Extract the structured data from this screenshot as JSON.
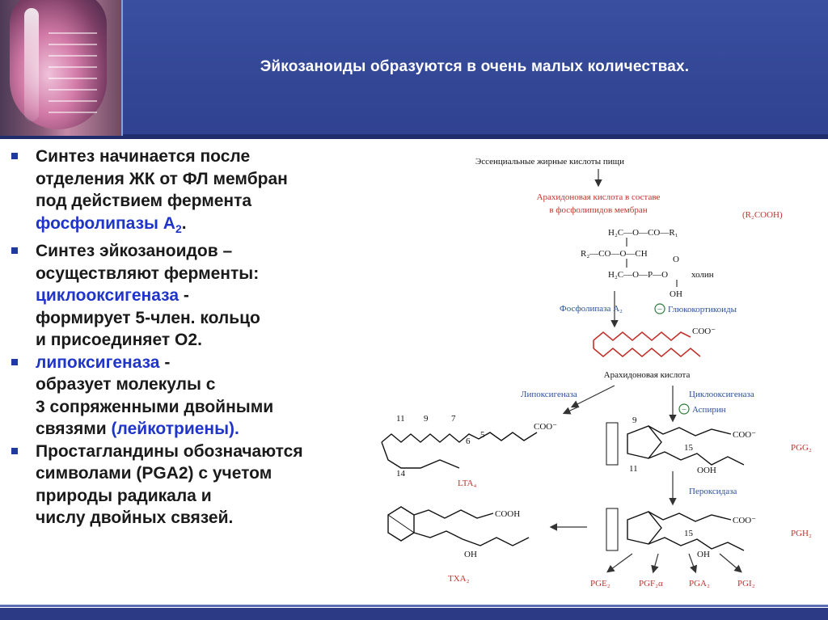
{
  "slide": {
    "title": "Эйкозаноиды образуются в очень малых количествах."
  },
  "bullets": [
    {
      "lines": [
        "Синтез начинается после",
        "отделения ЖК от ФЛ мембран",
        "под действием фермента"
      ],
      "highlight": "фосфолипазы А",
      "highlight_sub": "2",
      "tail": "."
    },
    {
      "lines": [
        "Синтез эйкозаноидов –",
        "осуществляют ферменты:"
      ],
      "highlight": "циклооксигеназа",
      "tail": " -",
      "after": [
        "формирует 5-член. кольцо",
        "и присоединяет О2."
      ]
    },
    {
      "highlight": "липоксигеназа",
      "tail": " -",
      "after": [
        "образует молекулы с",
        "3 сопряженными двойными"
      ],
      "last_plain": "связями ",
      "last_blue": "(лейкотриены)."
    },
    {
      "lines": [
        "Простагландины обозначаются",
        "символами (PGA2) с учетом",
        "природы радикала и",
        "числу двойных связей."
      ]
    }
  ],
  "diagram": {
    "top": "Эссенциальные жирные кислоты пищи",
    "arach_membrane_1": "Арахидоновая кислота в составе",
    "arach_membrane_2": "в фосфолипидов мембран",
    "r2cooh": "(R₂COOH)",
    "r1_row": "H₂C—O—CO—R₁",
    "r2_row": "R₂—CO—O—CH",
    "p_row": "H₂C—O—P—O",
    "choline": "холин",
    "oh": "OH",
    "o_top": "O",
    "phospholipase": "Фосфолипаза А₂",
    "glucocorticoids": "Глюкокортикоиды",
    "coo": "COO⁻",
    "arachidonic": "Арахидоновая кислота",
    "lipoxygenase": "Липоксигеназа",
    "cyclooxygenase": "Циклооксигеназа",
    "aspirin": "Аспирин",
    "peroxidase": "Пероксидаза",
    "n11": "11",
    "n9": "9",
    "n7": "7",
    "n6": "6",
    "n5": "5",
    "n14": "14",
    "n15": "15",
    "lta4": "LTA₄",
    "pgg2": "PGG₂",
    "pgh2": "PGH₂",
    "txa2": "TXA₂",
    "cooh": "COOH",
    "ooh": "OOH",
    "pge2": "PGE₂",
    "pgf2a": "PGF₂α",
    "pga2": "PGA₂",
    "pgi2": "PGI₂",
    "minus": "−",
    "colors": {
      "red": "#c0322c",
      "blue": "#2a4fa0",
      "black": "#111111"
    }
  }
}
